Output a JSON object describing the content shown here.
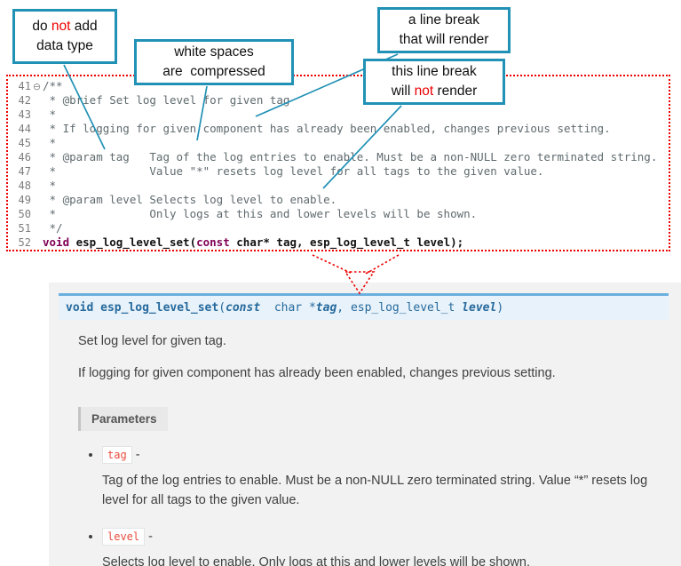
{
  "colors": {
    "teal": "#2191b5",
    "red": "#ee0000",
    "keyword": "#7f0055",
    "comment": "#5f6a6e",
    "line-number": "#7d7d7d",
    "sig-bg": "#e7f2fa",
    "sig-border": "#6ab0de",
    "sig-text": "#26699c",
    "doc-bg": "#f2f2f2",
    "doc-text": "#404040",
    "chip-red": "#e74c3c"
  },
  "callouts": {
    "no_datatype": {
      "l1a": "do ",
      "l1b": "not",
      "l1c": " add",
      "l2": "data type"
    },
    "whitespace": {
      "l1": "white spaces",
      "l2": "are  compressed"
    },
    "break_render": {
      "l1": "a line break",
      "l2": "that will render"
    },
    "break_norender": {
      "l1": "this line break",
      "l2a": "will ",
      "l2b": "not",
      "l2c": " render"
    }
  },
  "editor": {
    "lines": [
      {
        "num": "41",
        "fold": "⊖",
        "text": "/**"
      },
      {
        "num": "42",
        "text": " * @brief Set log level for given tag"
      },
      {
        "num": "43",
        "text": " *"
      },
      {
        "num": "44",
        "text": " * If logging for given component has already been enabled, changes previous setting."
      },
      {
        "num": "45",
        "text": " *"
      },
      {
        "num": "46",
        "text": " * @param tag   Tag of the log entries to enable. Must be a non-NULL zero terminated string."
      },
      {
        "num": "47",
        "text": " *              Value \"*\" resets log level for all tags to the given value."
      },
      {
        "num": "48",
        "text": " *"
      },
      {
        "num": "49",
        "text": " * @param level Selects log level to enable."
      },
      {
        "num": "50",
        "text": " *              Only logs at this and lower levels will be shown."
      },
      {
        "num": "51",
        "text": " */"
      },
      {
        "num": "52"
      }
    ],
    "line52": {
      "kw1": "void",
      "mid1": " esp_log_level_set(",
      "kw2": "const",
      "mid2": " char* tag, esp_log_level_t level);"
    }
  },
  "doc": {
    "signature": {
      "kw": "void ",
      "name": "esp_log_level_set",
      "open": "(",
      "const_kw": "const ",
      "type1": " char *",
      "arg1": "tag",
      "comma": ", ",
      "type2": "esp_log_level_t ",
      "arg2": "level",
      "close": ")"
    },
    "p1": "Set log level for given tag.",
    "p2": "If logging for given component has already been enabled, changes previous setting.",
    "parameters_label": "Parameters",
    "params": [
      {
        "name": "tag",
        "dash": " -",
        "desc": "Tag of the log entries to enable. Must be a non-NULL zero terminated string. Value “*” resets log level for all tags to the given value."
      },
      {
        "name": "level",
        "dash": " -",
        "desc": "Selects log level to enable. Only logs at this and lower levels will be shown."
      }
    ]
  }
}
